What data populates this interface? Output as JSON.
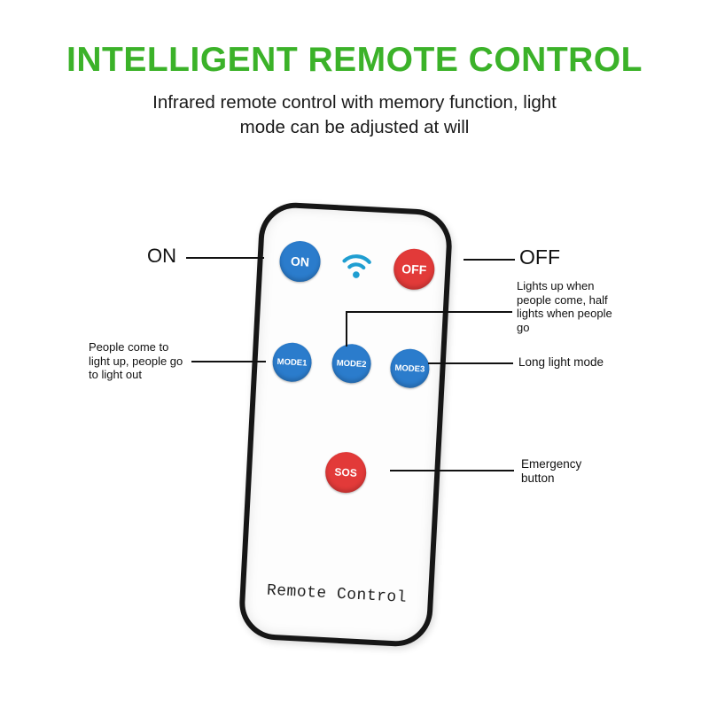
{
  "title": "INTELLIGENT REMOTE CONTROL",
  "subtitle_line1": "Infrared remote control with memory function, light",
  "subtitle_line2": "mode can be adjusted at will",
  "remote": {
    "label": "Remote Control",
    "buttons": {
      "on": "ON",
      "off": "OFF",
      "mode1": "MODE1",
      "mode2": "MODE2",
      "mode3": "MODE3",
      "sos": "SOS"
    }
  },
  "callouts": {
    "on": "ON",
    "off": "OFF",
    "mode2": "Lights up when people come, half lights when people go",
    "mode1": "People come to light up, people go to light out",
    "mode3": "Long light mode",
    "sos": "Emergency button"
  },
  "colors": {
    "title_green": "#3bb229",
    "button_blue": "#2b7ccc",
    "button_red": "#e23a39",
    "wifi_blue": "#1f9ed1",
    "line_black": "#111111"
  }
}
